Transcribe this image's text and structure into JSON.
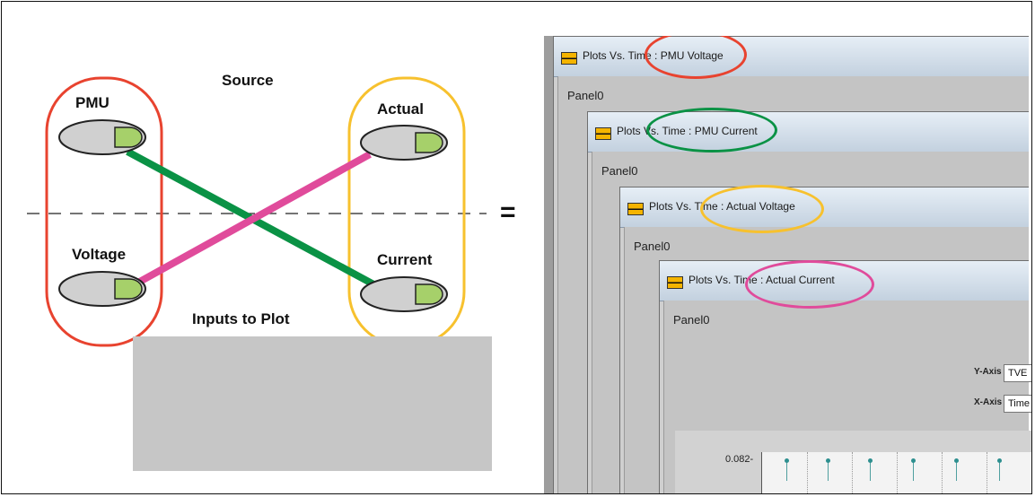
{
  "diagram": {
    "source_label": "Source",
    "inputs_label": "Inputs to Plot",
    "left_group": {
      "top_label": "PMU",
      "bottom_label": "Voltage",
      "color": "#e8432f"
    },
    "right_group": {
      "top_label": "Actual",
      "bottom_label": "Current",
      "color": "#f7c12e"
    },
    "link_colors": {
      "pmu_to_current": "#0a9245",
      "voltage_to_actual": "#e04b9b"
    },
    "equals_sign": "="
  },
  "windows": [
    {
      "title": "Plots Vs. Time : PMU  Voltage",
      "panel": "Panel0",
      "highlight_color": "#e8432f"
    },
    {
      "title": "Plots Vs. Time : PMU  Current",
      "panel": "Panel0",
      "highlight_color": "#0a9245"
    },
    {
      "title": "Plots Vs. Time : Actual  Voltage",
      "panel": "Panel0",
      "highlight_color": "#f7c12e"
    },
    {
      "title": "Plots Vs. Time : Actual  Current",
      "panel": "Panel0",
      "highlight_color": "#e04b9b"
    }
  ],
  "controls": {
    "y_axis_label": "Y-Axis",
    "y_axis_value": "TVE",
    "x_axis_label": "X-Axis",
    "x_axis_value": "Time"
  },
  "plot": {
    "y_tick_label": "0.082-"
  }
}
